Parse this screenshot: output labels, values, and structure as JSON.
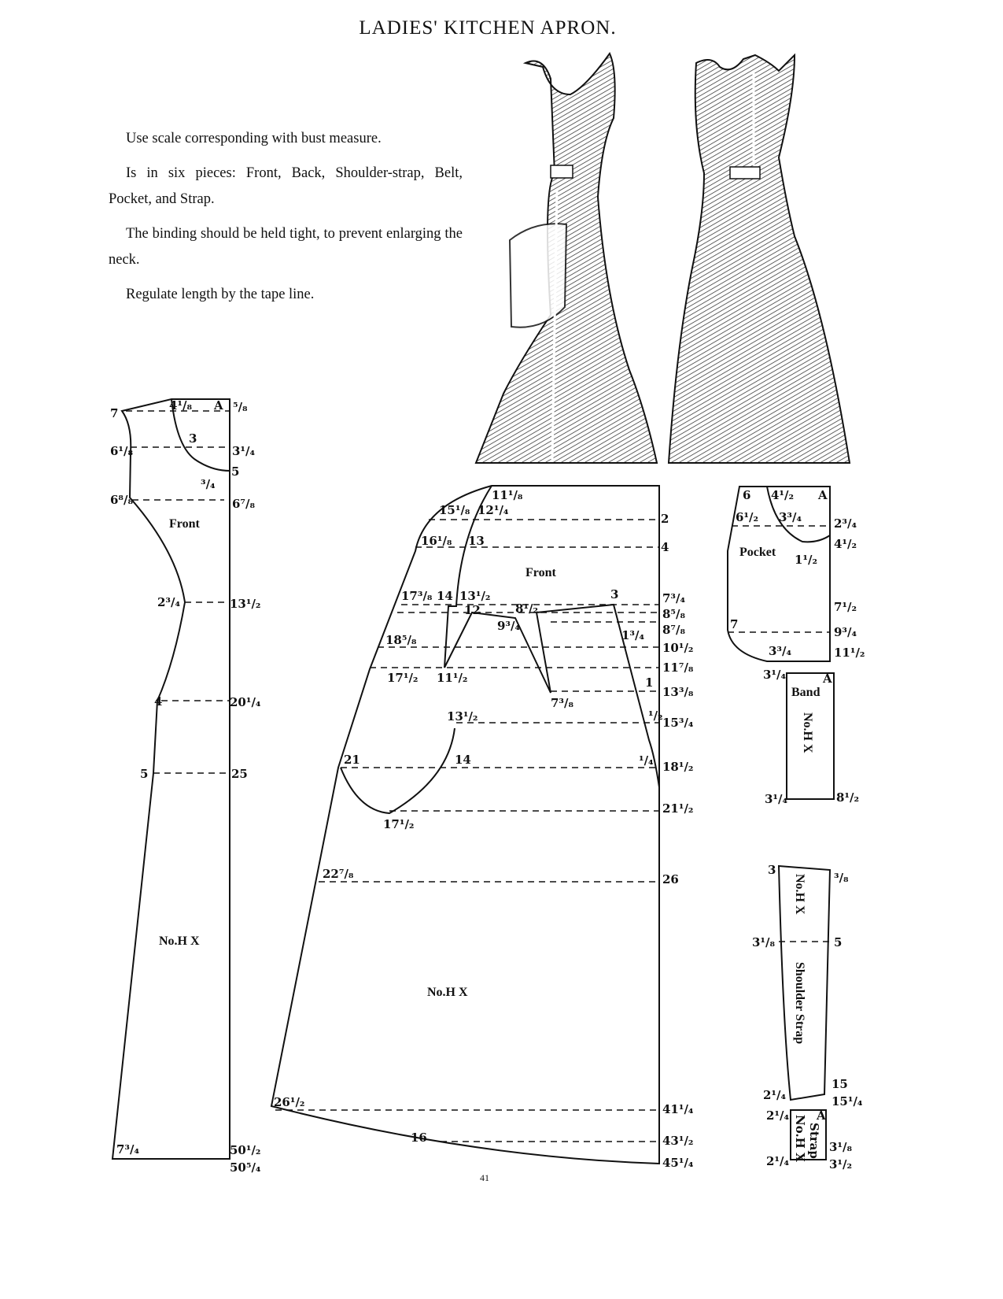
{
  "title": "LADIES' KITCHEN APRON.",
  "instructions": [
    "Use scale corresponding with bust measure.",
    "Is in six pieces: Front, Back, Shoulder-strap, Belt, Pocket, and Strap.",
    "The binding should be held tight, to prevent enlarging the neck.",
    "Regulate length by the tape line."
  ],
  "page_number": "41",
  "bodice_front": {
    "name": "Front",
    "mark": "No.H X",
    "labels": [
      "7",
      "4¹/₈",
      "A",
      "⁵/₈",
      "3",
      "6¹/₈",
      "3¹/₄",
      "5",
      "³/₄",
      "6⁸/₈",
      "6⁷/₈",
      "2³/₄",
      "13¹/₂",
      "4",
      "20¹/₄",
      "5",
      "25",
      "7³/₄",
      "50¹/₂",
      "50⁵/₄"
    ]
  },
  "skirt_front": {
    "name": "Front",
    "mark": "No.H X",
    "labels": [
      "11¹/₈",
      "15¹/₈",
      "12¹/₄",
      "2",
      "16¹/₈",
      "13",
      "4",
      "17³/₈",
      "14",
      "13¹/₂",
      "3",
      "7³/₄",
      "12",
      "8¹/₂",
      "8⁵/₈",
      "9³/₄",
      "8⁷/₈",
      "18⁵/₈",
      "1³/₄",
      "10¹/₂",
      "17¹/₂",
      "11¹/₂",
      "11⁷/₈",
      "7³/₈",
      "1",
      "13³/₈",
      "13¹/₂",
      "¹/₂",
      "15³/₄",
      "21",
      "14",
      "¹/₄",
      "18¹/₂",
      "17¹/₂",
      "21¹/₂",
      "22⁷/₈",
      "26",
      "26¹/₂",
      "41¹/₄",
      "16",
      "43¹/₂",
      "45¹/₄"
    ]
  },
  "pocket": {
    "name": "Pocket",
    "labels": [
      "6",
      "4¹/₂",
      "A",
      "6¹/₂",
      "3³/₄",
      "2³/₄",
      "1¹/₂",
      "4¹/₂",
      "7¹/₂",
      "7",
      "9³/₄",
      "3³/₄",
      "11¹/₂"
    ]
  },
  "band": {
    "name": "Band",
    "mark": "No.H X",
    "labels": [
      "3¹/₄",
      "A",
      "3¹/₄",
      "8¹/₂"
    ]
  },
  "shoulder_strap": {
    "name": "Shoulder Strap",
    "mark": "No.H X",
    "labels": [
      "3",
      "³/₈",
      "3¹/₈",
      "5",
      "2¹/₄",
      "15",
      "15¹/₄"
    ]
  },
  "strap": {
    "name": "Strap",
    "mark": "No.H X",
    "labels": [
      "2¹/₄",
      "A",
      "2¹/₄",
      "3¹/₈",
      "3¹/₂"
    ]
  }
}
